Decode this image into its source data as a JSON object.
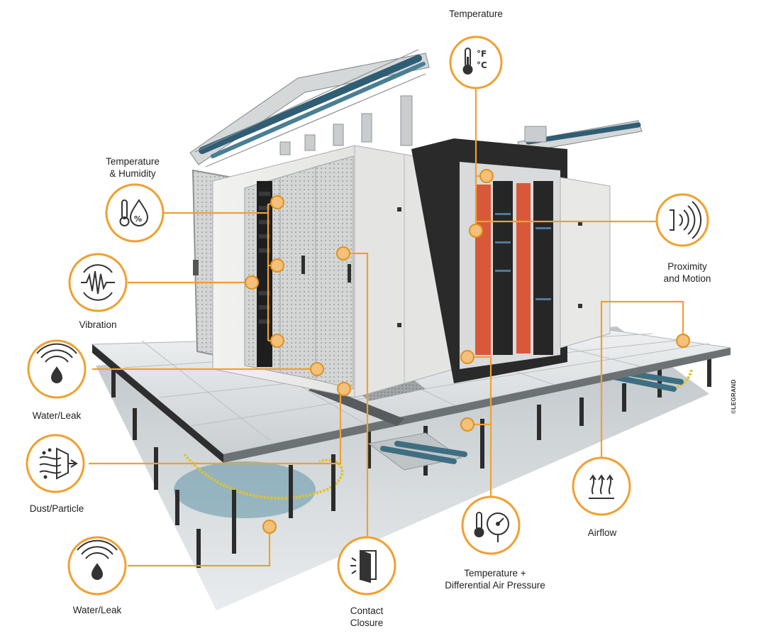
{
  "colors": {
    "accent": "#F0A030",
    "icon_stroke": "#333333",
    "cabinet": "#E6E6E4",
    "frame": "#2A2A2A",
    "floor": "#D9DDDF",
    "cable_blue": "#3E6E82",
    "rack_red": "#D9583A"
  },
  "sensors": [
    {
      "id": "temperature",
      "icon": "thermometer-fahrenheit-celsius-icon",
      "lines": [
        "Temperature"
      ]
    },
    {
      "id": "temperature-humidity",
      "icon": "thermometer-humidity-drop-icon",
      "lines": [
        "Temperature",
        "& Humidity"
      ]
    },
    {
      "id": "vibration",
      "icon": "vibration-wave-icon",
      "lines": [
        "Vibration"
      ]
    },
    {
      "id": "water-leak-1",
      "icon": "water-drop-leak-icon",
      "lines": [
        "Water/Leak"
      ]
    },
    {
      "id": "dust-particle",
      "icon": "dust-particle-filter-icon",
      "lines": [
        "Dust/Particle"
      ]
    },
    {
      "id": "water-leak-2",
      "icon": "water-drop-leak-icon",
      "lines": [
        "Water/Leak"
      ]
    },
    {
      "id": "contact-closure",
      "icon": "door-contact-icon",
      "lines": [
        "Contact",
        "Closure"
      ]
    },
    {
      "id": "temp-diff-pressure",
      "icon": "thermometer-pressure-gauge-icon",
      "lines": [
        "Temperature +",
        "Differential Air Pressure"
      ]
    },
    {
      "id": "airflow",
      "icon": "airflow-arrows-icon",
      "lines": [
        "Airflow"
      ]
    },
    {
      "id": "proximity-motion",
      "icon": "proximity-motion-waves-icon",
      "lines": [
        "Proximity",
        "and Motion"
      ]
    }
  ],
  "copyright": "©LEGRAND"
}
